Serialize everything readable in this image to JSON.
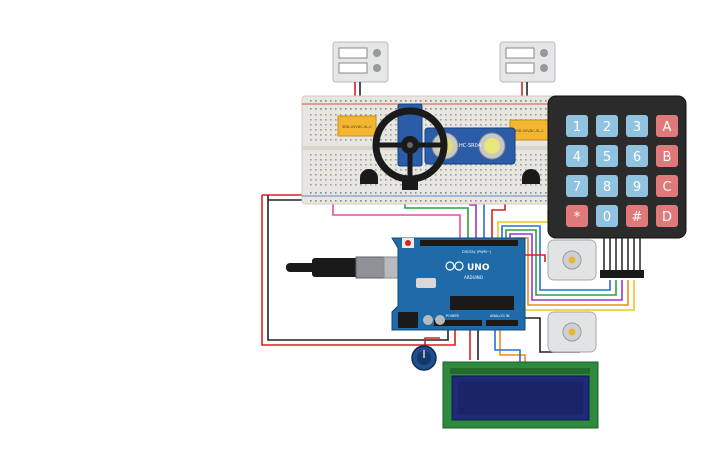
{
  "colors": {
    "breadboard": "#e8e6e1",
    "arduino": "#1f6aa8",
    "keypad_body": "#2b2b2b",
    "key_number": "#8fc3e0",
    "key_letter": "#e07a7a",
    "lcd_board": "#2e8a3d",
    "lcd_screen": "#1d2a78",
    "relay": "#f2b632",
    "sensor": "#2a5ca8",
    "wire_red": "#d62020",
    "wire_black": "#222222",
    "wire_green": "#2ea043",
    "wire_purple": "#9b36c9",
    "wire_orange": "#f08a1c",
    "wire_blue": "#2b6cd6",
    "wire_yellow": "#e8c81c",
    "wire_pink": "#e34fa0"
  },
  "keypad": {
    "keys": [
      [
        "1",
        "2",
        "3",
        "A"
      ],
      [
        "4",
        "5",
        "6",
        "B"
      ],
      [
        "7",
        "8",
        "9",
        "C"
      ],
      [
        "*",
        "0",
        "#",
        "D"
      ]
    ]
  },
  "arduino": {
    "model": "UNO",
    "brand": "ARDUINO",
    "digital_label": "DIGITAL (PWM~)",
    "power_label": "POWER",
    "analog_label": "ANALOG IN"
  },
  "sensor": {
    "label": "HC-SR04"
  },
  "relays": [
    {
      "text": "SRD-05VDC-SL-C"
    },
    {
      "text": "SRD-05VDC-SL-C"
    }
  ],
  "icons": {
    "usb": "usb-connector-icon",
    "wheel": "steering-wheel-icon",
    "potentiometer": "potentiometer-icon"
  }
}
